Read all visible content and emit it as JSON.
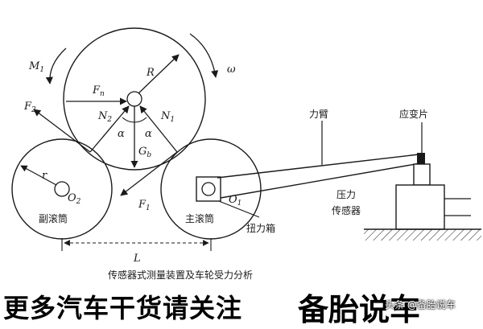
{
  "labels": {
    "M1": "M",
    "M1_sub": "1",
    "omega": "ω",
    "R": "R",
    "F2": "F",
    "F2_sub": "2",
    "Fn": "F",
    "Fn_sub": "n",
    "N2": "N",
    "N2_sub": "2",
    "N1": "N",
    "N1_sub": "1",
    "alpha_left": "α",
    "alpha_right": "α",
    "Gb": "G",
    "Gb_sub": "b",
    "r": "r",
    "O2": "O",
    "O2_sub": "2",
    "O1": "O",
    "O1_sub": "1",
    "F1": "F",
    "F1_sub": "1",
    "L": "L"
  },
  "chinese": {
    "secondary_roller": "副滚筒",
    "main_roller": "主滚筒",
    "torque_box": "扭力箱",
    "force_arm": "力臂",
    "strain_gauge": "应变片",
    "pressure_sensor_line1": "压力",
    "pressure_sensor_line2": "传感器",
    "caption": "传感器式测量装置及车轮受力分析"
  },
  "banner": {
    "main_text": "更多汽车干货请关注",
    "brand_text": "备胎说车",
    "watermark": "头条 @备胎说车"
  }
}
